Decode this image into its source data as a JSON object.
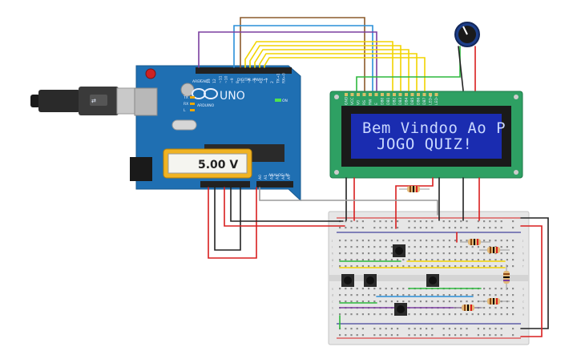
{
  "arduino": {
    "brand": "ARDUINO",
    "model": "UNO",
    "on_label": "ON",
    "digital_label": "DIGITAL (PWM~)",
    "analog_label": "ANALOG IN",
    "led_l": "L",
    "led_tx": "TX",
    "led_rx": "RX",
    "aref": "AREF",
    "gnd": "GND",
    "pins": [
      "13",
      "12",
      "~11",
      "~10",
      "~9",
      "8",
      "7",
      "~6",
      "~5",
      "4",
      "~3",
      "2",
      "TX→1",
      "RX←0"
    ],
    "analog_pins": [
      "A0",
      "A1",
      "A2",
      "A3",
      "A4",
      "A5"
    ]
  },
  "multimeter": {
    "reading": "5.00 V"
  },
  "lcd": {
    "line1": "Bem Vindoo Ao P",
    "line2": "JOGO QUIZ!",
    "pins": [
      "GND",
      "VCC",
      "V0",
      "RS",
      "RW",
      "E",
      "DB0",
      "DB1",
      "DB2",
      "DB3",
      "DB4",
      "DB5",
      "DB6",
      "DB7",
      "LED+",
      "LED-"
    ]
  },
  "breadboard": {
    "row_letters_top": [
      "j",
      "i",
      "h",
      "g",
      "f"
    ],
    "row_letters_bottom": [
      "e",
      "d",
      "c",
      "b",
      "a"
    ]
  },
  "colors": {
    "arduino_blue": "#1f6fb2",
    "lcd_green": "#2ea063",
    "lcd_screen": "#1a2cb0",
    "wire_yellow": "#f2d400",
    "wire_green": "#2db83d",
    "wire_red": "#d81e1e",
    "wire_black": "#222222",
    "wire_gray": "#9a9a9a",
    "wire_brown": "#8b5a2b",
    "wire_purple": "#7b3fa0",
    "wire_blue": "#2a8fd8"
  }
}
